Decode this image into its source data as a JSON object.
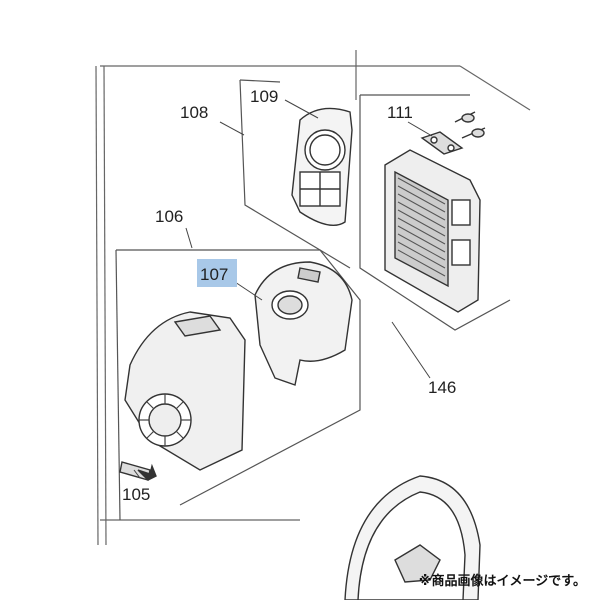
{
  "diagram": {
    "parts": [
      {
        "id": "p108",
        "label": "108"
      },
      {
        "id": "p109",
        "label": "109"
      },
      {
        "id": "p111",
        "label": "111"
      },
      {
        "id": "p106",
        "label": "106"
      },
      {
        "id": "p107",
        "label": "107",
        "highlighted": true
      },
      {
        "id": "p146",
        "label": "146"
      },
      {
        "id": "p105",
        "label": "105"
      }
    ],
    "highlight_color": "#a8c8e8"
  },
  "caption": "※商品画像はイメージです。"
}
